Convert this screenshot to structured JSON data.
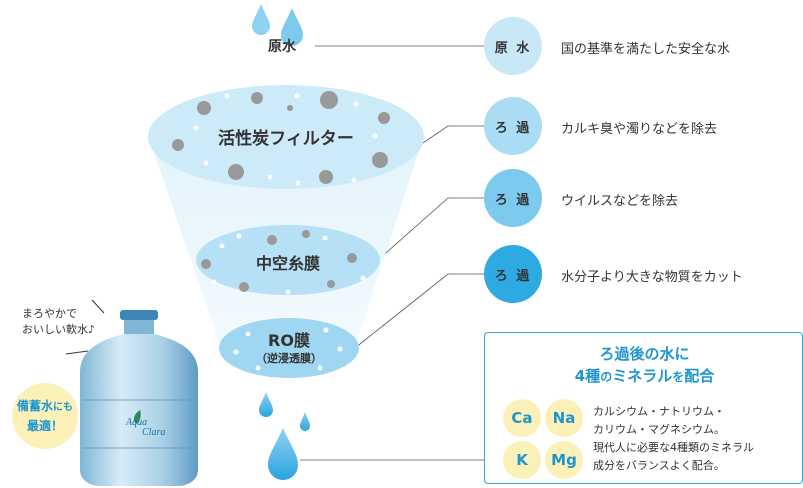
{
  "diagram": {
    "raw_water_label": "原水",
    "funnel": {
      "activated_carbon": "活性炭フィルター",
      "hollow_fiber": "中空糸膜",
      "ro_membrane": "RO膜",
      "ro_sub": "（逆浸透膜）"
    },
    "steps": [
      {
        "circle": "原 水",
        "desc": "国の基準を満たした安全な水",
        "color": "#c8e7f7"
      },
      {
        "circle": "ろ 過",
        "desc": "カルキ臭や濁りなどを除去",
        "color": "#aadcf3"
      },
      {
        "circle": "ろ 過",
        "desc": "ウイルスなどを除去",
        "color": "#7ccaee"
      },
      {
        "circle": "ろ 過",
        "desc": "水分子より大きな物質をカット",
        "color": "#2fa9e1"
      }
    ],
    "minerals_box": {
      "title_part1": "ろ過後の水に",
      "title_part2a": "4種",
      "title_part2b": "の",
      "title_part2c": "ミネラル",
      "title_part2d": "を",
      "title_part2e": "配合",
      "minerals": [
        "Ca",
        "Na",
        "K",
        "Mg"
      ],
      "desc_lines": [
        "カルシウム・ナトリウム・",
        "カリウム・マグネシウム。",
        "現代人に必要な4種類のミネラル",
        "成分をバランスよく配合。"
      ]
    },
    "bottle": {
      "tagline_line1": "まろやかで",
      "tagline_line2": "おいしい軟水♪",
      "brand_line1": "Aqua",
      "brand_line2": "Clara",
      "bubble_line1a": "備蓄水",
      "bubble_line1b": "にも",
      "bubble_line2": "最適！"
    },
    "colors": {
      "accent": "#1e95cf",
      "mineral_bg": "#fbf1b8",
      "funnel_light": "#cdeaf8",
      "funnel_mid": "#9fd6f1"
    }
  }
}
